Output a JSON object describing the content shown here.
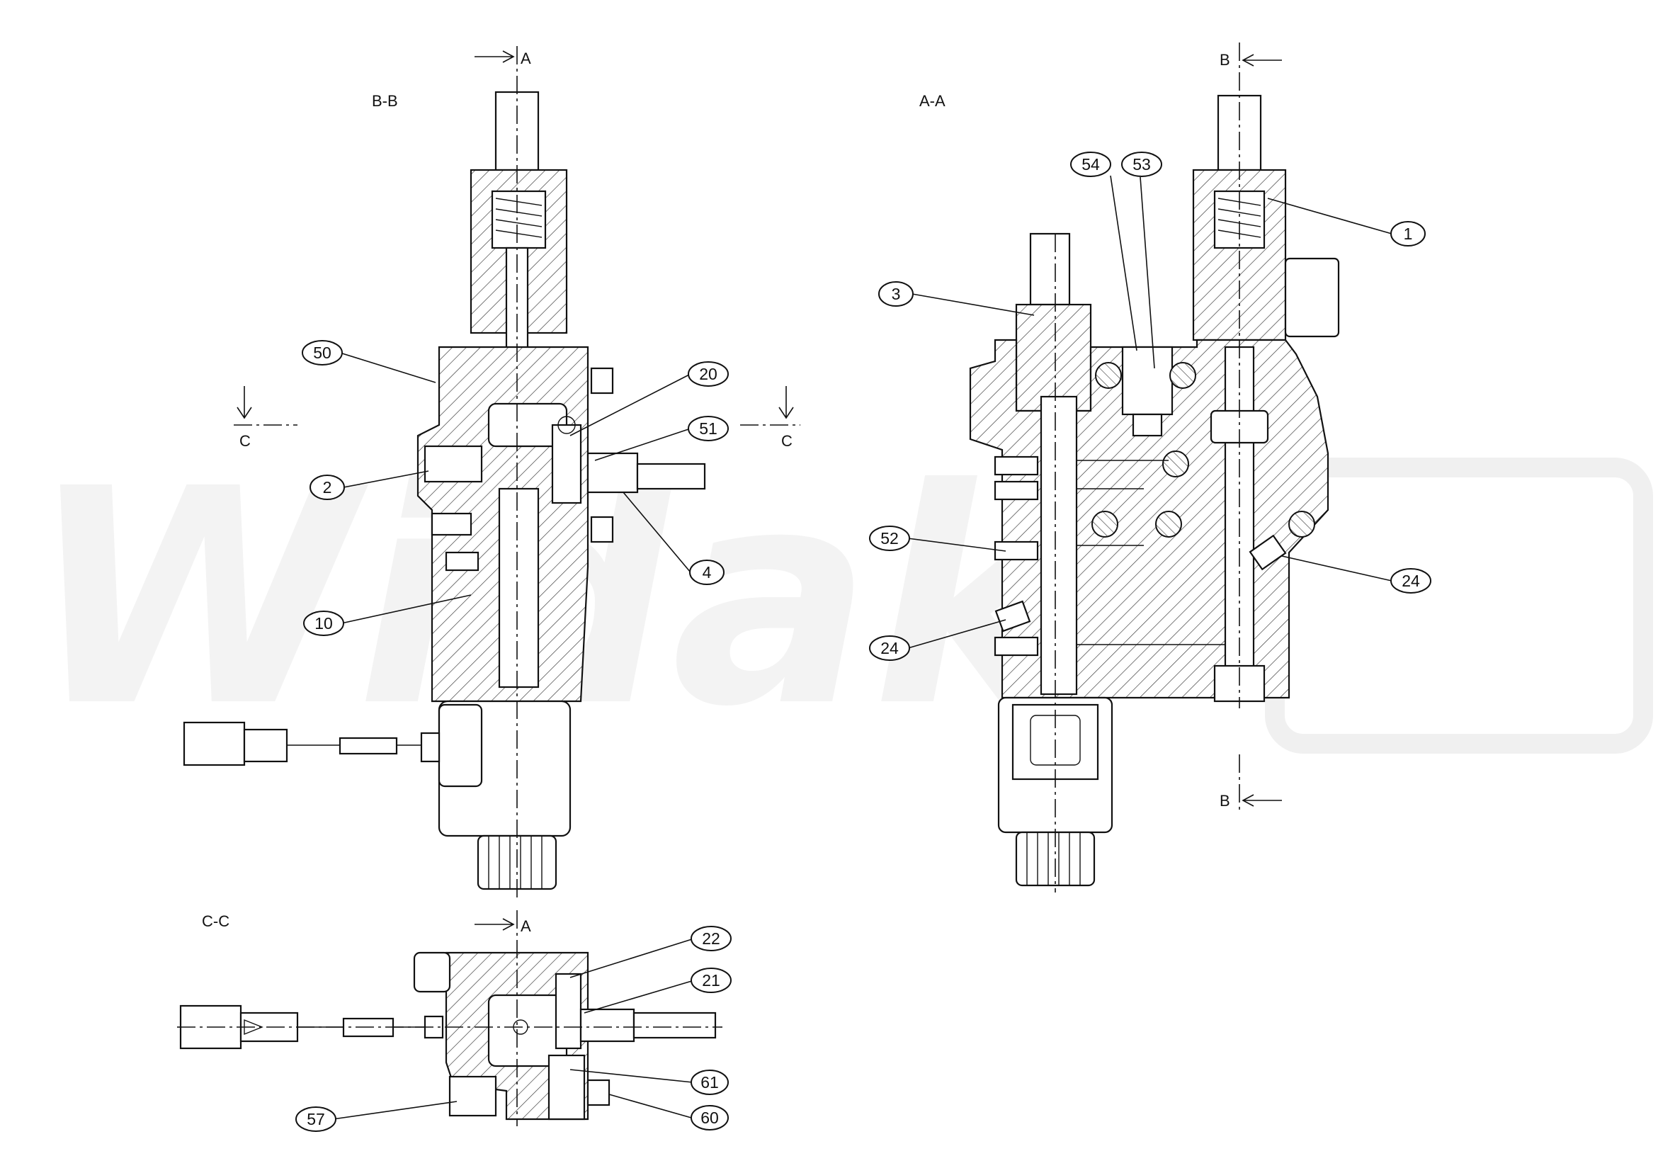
{
  "watermark": {
    "text": "Widak"
  },
  "views": {
    "bb": "B-B",
    "aa": "A-A",
    "cc": "C-C"
  },
  "section_marks": {
    "a": "A",
    "b": "B",
    "c": "C"
  },
  "balloons": {
    "bb": [
      "50",
      "20",
      "51",
      "2",
      "4",
      "10"
    ],
    "aa": [
      "54",
      "53",
      "1",
      "3",
      "52",
      "24",
      "24"
    ],
    "cc": [
      "22",
      "21",
      "61",
      "57",
      "60"
    ]
  }
}
